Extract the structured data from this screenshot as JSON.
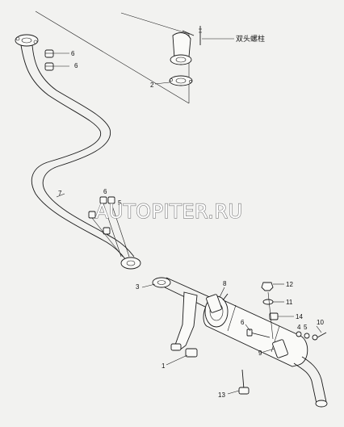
{
  "watermark": "AUTOPITER.RU",
  "callouts": {
    "stud_cn": "双头螺柱",
    "c2": "2",
    "c6a": "6",
    "c6b": "6",
    "c7": "7",
    "c6c": "6",
    "c5": "5",
    "c3": "3",
    "c8": "8",
    "c12": "12",
    "c11": "11",
    "c14": "14",
    "c4": "4",
    "c5b": "5",
    "c10": "10",
    "c6d": "6",
    "c9": "9",
    "c1": "1",
    "c13": "13"
  }
}
